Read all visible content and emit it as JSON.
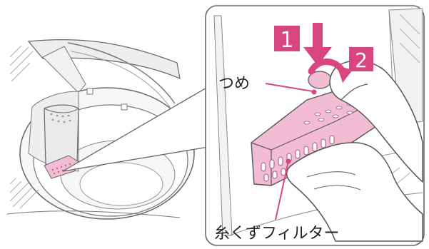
{
  "labels": {
    "claw": "つめ",
    "filter": "糸くずフィルター"
  },
  "steps": {
    "step1": "1",
    "step2": "2"
  },
  "colors": {
    "accent": "#d9467f",
    "pink_fill": "#f2bcd3",
    "outline": "#555555",
    "light": "#f4f4f4"
  }
}
